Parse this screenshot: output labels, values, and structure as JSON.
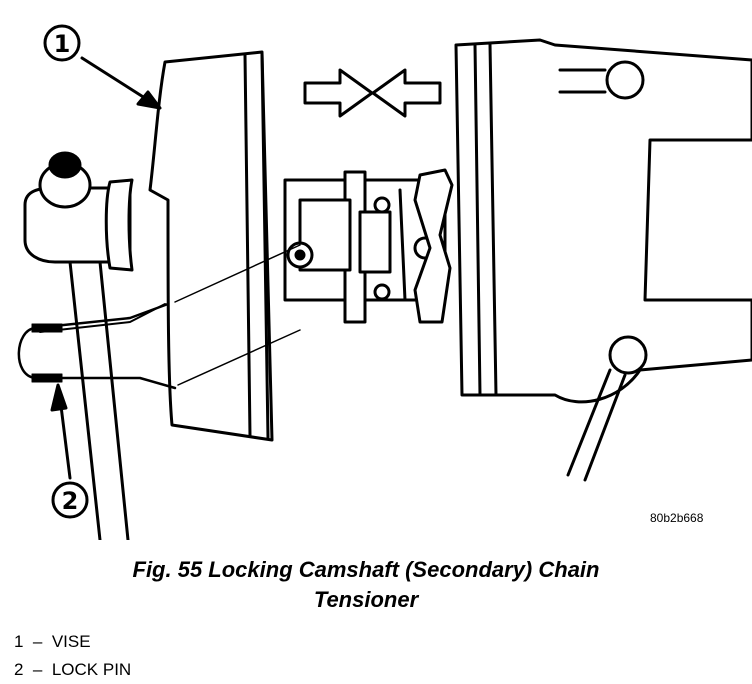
{
  "figure": {
    "code": "80b2b668",
    "callouts": [
      "1",
      "2"
    ]
  },
  "caption": {
    "line1": "Fig. 55 Locking Camshaft (Secondary) Chain",
    "line2": "Tensioner"
  },
  "legend": [
    {
      "num": "1",
      "sep": "–",
      "label": "VISE"
    },
    {
      "num": "2",
      "sep": "–",
      "label": "LOCK PIN"
    }
  ]
}
